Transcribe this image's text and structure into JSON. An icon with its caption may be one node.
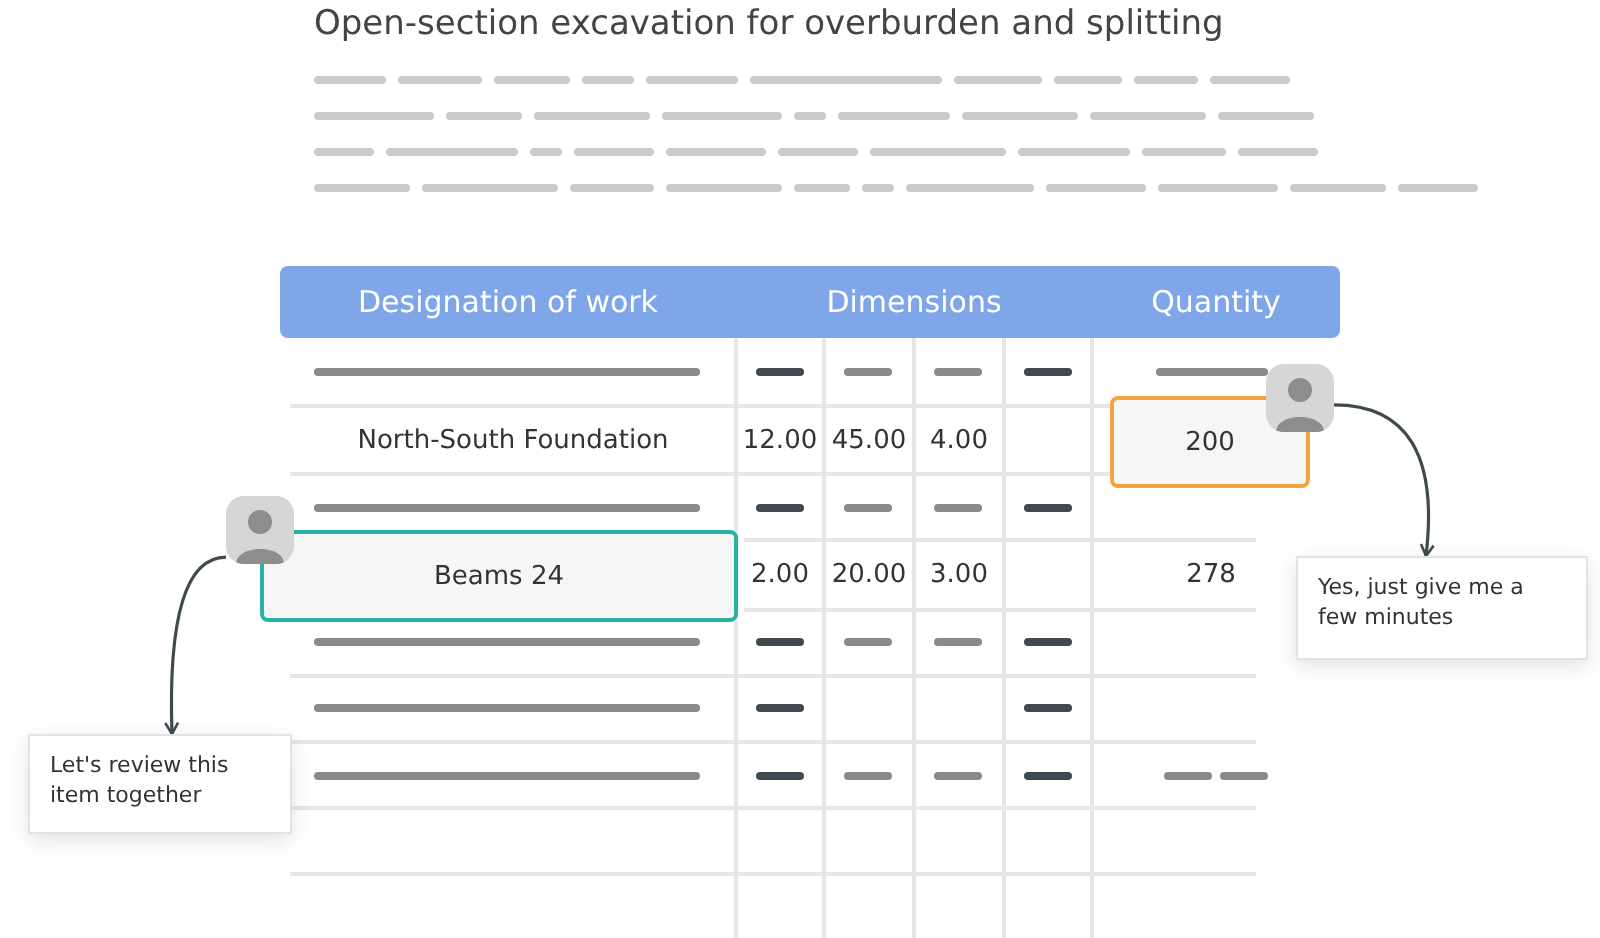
{
  "diagram": {
    "title": "Open-section excavation for overburden and splitting",
    "nodes": [
      {
        "text": [],
        "shape": "person"
      },
      {
        "text": [
          "Yes, just give me a few minutes"
        ]
      },
      {
        "text": [],
        "shape": "person"
      },
      {
        "text": [
          "Let's review this item together"
        ]
      }
    ],
    "edges": [
      {
        "from": 0,
        "to": 1,
        "arrow": "to"
      },
      {
        "from": 2,
        "to": 3,
        "arrow": "to"
      }
    ],
    "labels": [
      "Designation of work",
      "Dimensions",
      "Quantity",
      "North-South Foundation",
      "12.00",
      "45.00",
      "4.00",
      "200",
      "Beams 24",
      "2.00",
      "20.00",
      "3.00",
      "278"
    ]
  }
}
